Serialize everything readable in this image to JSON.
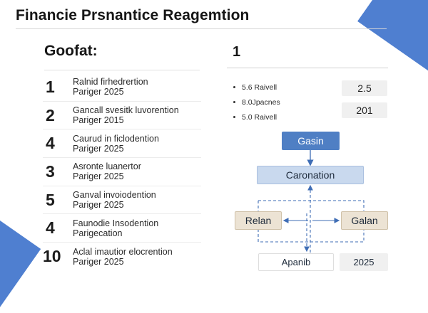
{
  "title": "Financie Prsnantice Reagemtion",
  "left_panel": {
    "heading": "Goofat:",
    "items": [
      {
        "number": "1",
        "line1": "Ralnid firhedrertion",
        "line2": "Pariger 2025"
      },
      {
        "number": "2",
        "line1": "Gancall svesitk luvorention",
        "line2": "Pariger 2015"
      },
      {
        "number": "4",
        "line1": "Caurud in ficlodention",
        "line2": "Pariger 2025"
      },
      {
        "number": "3",
        "line1": "Asronte luanertor",
        "line2": "Pariger 2025"
      },
      {
        "number": "5",
        "line1": "Ganval invoiodention",
        "line2": "Pariger 2025"
      },
      {
        "number": "4",
        "line1": "Faunodie Insodention",
        "line2": "Parigecation"
      },
      {
        "number": "10",
        "line1": "Aclal imautior elocrention",
        "line2": "Pariger 2025"
      }
    ]
  },
  "right_panel": {
    "heading": "1",
    "bullets": [
      "5.6 Raivell",
      "8.0Jpacnes",
      "5.0 Raivell"
    ],
    "values": [
      "2.5",
      "201"
    ]
  },
  "diagram": {
    "nodes": {
      "gasin": "Gasin",
      "caronation": "Caronation",
      "relan": "Relan",
      "galan": "Galan",
      "apanib": "Apanib",
      "year": "2025"
    }
  },
  "colors": {
    "accent_blue": "#4f7fc4",
    "light_blue": "#c9d9ee",
    "beige": "#ece3d4",
    "connector": "#3f6db5"
  }
}
